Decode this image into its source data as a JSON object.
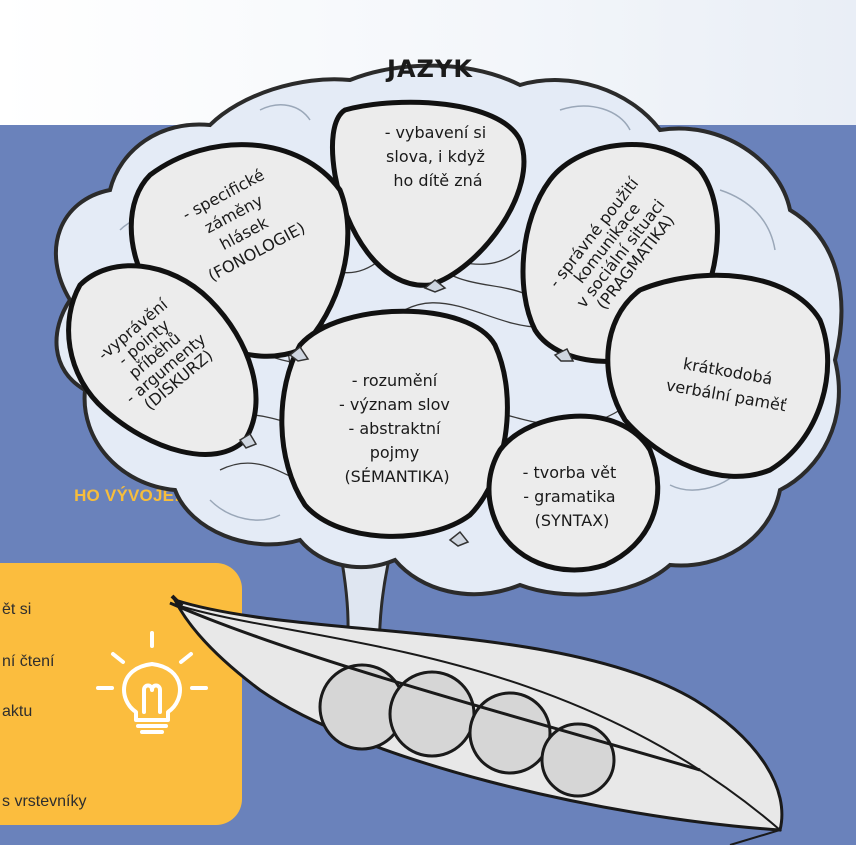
{
  "heading": "HO VÝVOJE:",
  "tips": [
    {
      "text": "ět si"
    },
    {
      "text": "ní čtení"
    },
    {
      "text": "aktu"
    },
    {
      "text": "s vrstevníky"
    }
  ],
  "diagram": {
    "title": "JAZYK",
    "lobes": [
      {
        "lines": [
          "- vybavení si",
          "slova, i když",
          "ho dítě zná"
        ]
      },
      {
        "lines": [
          "- specifické",
          "záměny",
          "hlásek",
          "(FONOLOGIE)"
        ]
      },
      {
        "lines": [
          "- správné použití",
          "komunikace",
          "v sociální situaci",
          "(PRAGMATIKA)"
        ]
      },
      {
        "lines": [
          "-vyprávění",
          "- pointy",
          "příběhů",
          "- argumenty",
          "(DISKURZ)"
        ]
      },
      {
        "lines": [
          "krátkodobá",
          "verbální paměť"
        ]
      },
      {
        "lines": [
          "- rozumění",
          "- význam slov",
          "- abstraktní",
          "pojmy",
          "(SÉMANTIKA)"
        ]
      },
      {
        "lines": [
          "- tvorba vět",
          "- gramatika",
          "(SYNTAX)"
        ]
      }
    ]
  },
  "icons": {
    "bulb": "lightbulb-icon",
    "pea": "pea-pod-icon"
  },
  "colors": {
    "background_blue": "#6a82bb",
    "card_yellow": "#fbbd3e",
    "heading_yellow": "#f6bd3c",
    "brain_fill": "#e4ebf6",
    "lobe_fill": "#ececec"
  }
}
